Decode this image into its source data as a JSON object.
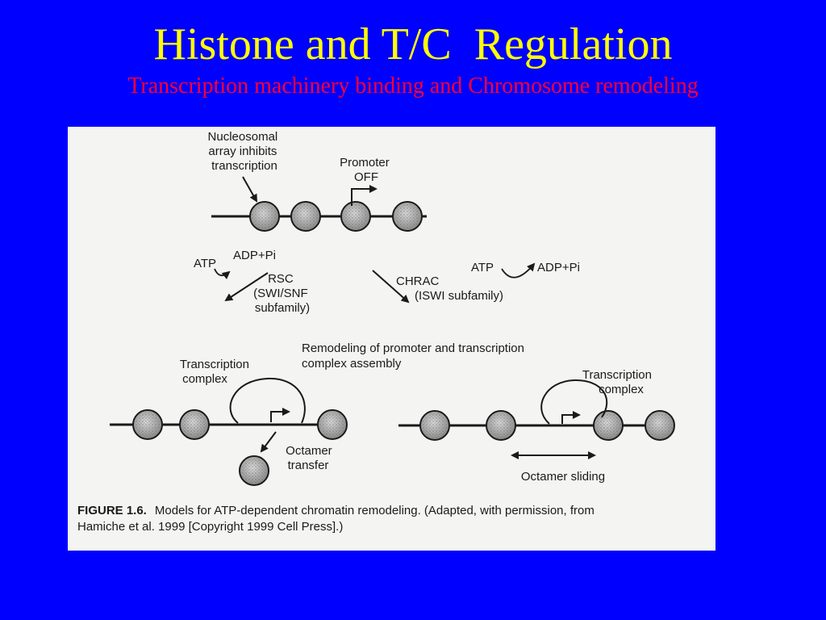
{
  "slide": {
    "title": "Histone and T/C  Regulation",
    "subtitle": "Transcription machinery binding and Chromosome remodeling",
    "colors": {
      "background": "#0000ff",
      "title": "#ffff00",
      "subtitle": "#ff0033",
      "figure_bg": "#f4f4f2"
    }
  },
  "figure": {
    "top": {
      "inhibit_label": [
        "Nucleosomal",
        "array inhibits",
        "transcription"
      ],
      "promoter_label": [
        "Promoter",
        "OFF"
      ]
    },
    "left_path": {
      "atp": "ATP",
      "adp": "ADP+Pi",
      "enzyme": [
        "RSC",
        "(SWI/SNF",
        "subfamily)"
      ]
    },
    "right_path": {
      "atp": "ATP",
      "adp": "ADP+Pi",
      "enzyme": [
        "CHRAC",
        "(ISWI subfamily)"
      ]
    },
    "middle_label": [
      "Remodeling of promoter and transcription",
      "complex assembly"
    ],
    "bottom_left": {
      "complex_label": [
        "Transcription",
        "complex"
      ],
      "octamer_label": [
        "Octamer",
        "transfer"
      ]
    },
    "bottom_right": {
      "complex_label": [
        "Transcription",
        "complex"
      ],
      "sliding_label": "Octamer sliding"
    },
    "caption": {
      "label": "FIGURE 1.6.",
      "line1": "Models for ATP-dependent chromatin remodeling. (Adapted, with permission, from",
      "line2": "Hamiche et al. 1999 [Copyright 1999 Cell Press].)"
    }
  }
}
